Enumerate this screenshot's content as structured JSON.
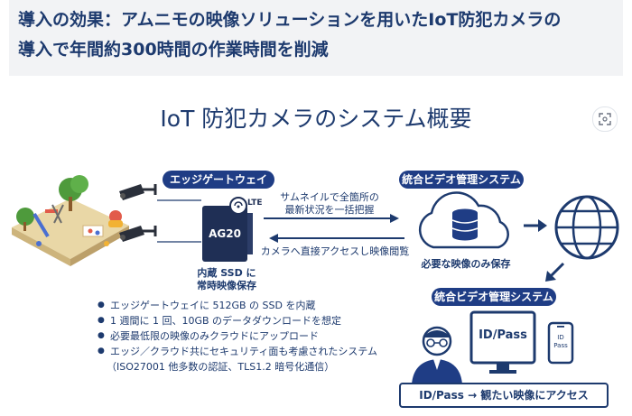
{
  "heading": {
    "line1": "導入の効果：アムニモの映像ソリューションを用いたIoT防犯カメラの",
    "line2": "導入で年間約300時間の作業時間を削減"
  },
  "diagram": {
    "title": "IoT 防犯カメラのシステム概要",
    "edge_gateway_label": "エッジゲートウェイ",
    "device_name": "AG20",
    "lte_label": "LTE",
    "ssd_label_line1": "内蔵 SSD に",
    "ssd_label_line2": "常時映像保存",
    "cloud_system_label": "統合ビデオ管理システム",
    "uplink_text_line1": "サムネイルで全箇所の",
    "uplink_text_line2": "最新状況を一括把握",
    "downlink_text": "カメラへ直接アクセスし映像閲覧",
    "cloud_caption": "必要な映像のみ保存",
    "client_system_label": "統合ビデオ管理システム",
    "monitor_text": "ID/Pass",
    "phone_text_line1": "ID",
    "phone_text_line2": "Pass",
    "access_caption": "ID/Pass → 観たい映像にアクセス",
    "bullets": [
      "エッジゲートウェイに 512GB の SSD を内蔵",
      "1 週間に 1 回、10GB のデータダウンロードを想定",
      "必要最低限の映像のみクラウドにアップロード",
      "エッジ／クラウド共にセキュリティ面も考慮されたシステム"
    ],
    "bullet_note": "（ISO27001 他多数の認証、TLS1.2 暗号化通信）"
  },
  "colors": {
    "navy": "#1d3a6e",
    "pill_blue": "#1f3d85",
    "heading_bg": "#f2f3f5"
  }
}
